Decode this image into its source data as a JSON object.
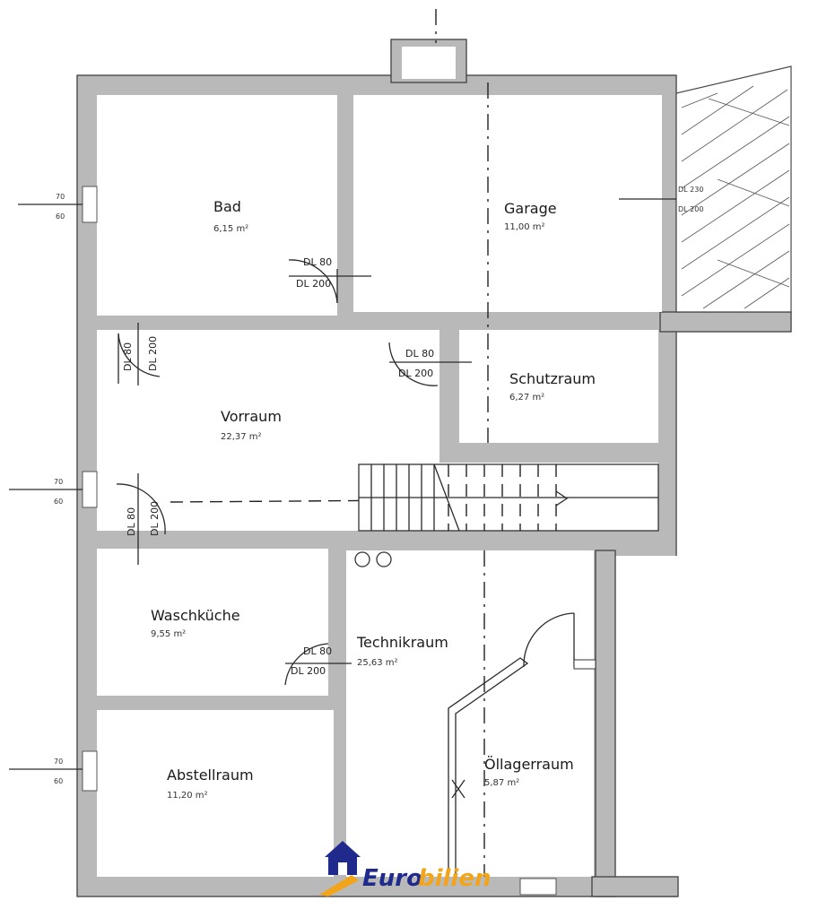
{
  "rooms": {
    "bad": {
      "name": "Bad",
      "area": "6,15 m²"
    },
    "garage": {
      "name": "Garage",
      "area": "11,00 m²"
    },
    "vorraum": {
      "name": "Vorraum",
      "area": "22,37 m²"
    },
    "schutzraum": {
      "name": "Schutzraum",
      "area": "6,27 m²"
    },
    "waschkueche": {
      "name": "Waschküche",
      "area": "9,55 m²"
    },
    "technikraum": {
      "name": "Technikraum",
      "area": "25,63 m²"
    },
    "abstellraum": {
      "name": "Abstellraum",
      "area": "11,20 m²"
    },
    "oellagerraum": {
      "name": "Öllagerraum",
      "area": "5,87 m²"
    }
  },
  "doors": {
    "bad": {
      "w": "DL 80",
      "h": "DL 200"
    },
    "vorraum_left": {
      "w": "DL 80",
      "h": "DL 200"
    },
    "schutzraum": {
      "w": "DL 80",
      "h": "DL 200"
    },
    "vorraum_stair": {
      "w": "DL 80",
      "h": "DL 200"
    },
    "waschkueche": {
      "w": "DL 80",
      "h": "DL 200"
    },
    "garage": {
      "w": "DL 230",
      "h": "DL 200"
    }
  },
  "windows": {
    "bad": {
      "w": "70",
      "h": "60"
    },
    "vorraum": {
      "w": "70",
      "h": "60"
    },
    "abstellraum": {
      "w": "70",
      "h": "60"
    }
  },
  "logo": {
    "text_a": "Euro",
    "text_b": "bilien",
    "brand_color": "#1f2a8c",
    "accent_color": "#f2a51a"
  }
}
